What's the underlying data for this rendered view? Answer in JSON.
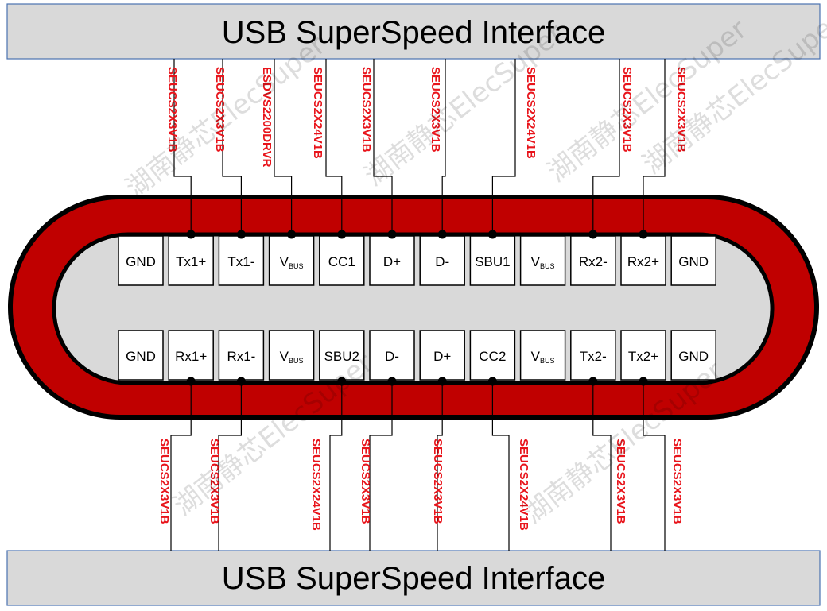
{
  "top_interface": {
    "label": "USB SuperSpeed Interface"
  },
  "bottom_interface": {
    "label": "USB SuperSpeed Interface"
  },
  "colors": {
    "connector_shell": "#c00000",
    "connector_cavity": "#d9d9d9",
    "interface_bar": "#d9d9d9",
    "part_label": "#e8141b",
    "pin_fill": "#ffffff"
  },
  "top_pins": [
    {
      "label": "GND"
    },
    {
      "label": "Tx1+",
      "part": "SEUCS2X3V1B"
    },
    {
      "label": "Tx1-",
      "part": "SEUCS2X3V1B"
    },
    {
      "label": "V",
      "sub": "BUS",
      "part": "ESDVS2200DRVR"
    },
    {
      "label": "CC1",
      "part": "SEUCS2X24V1B"
    },
    {
      "label": "D+",
      "part": "SEUCS2X3V1B"
    },
    {
      "label": "D-",
      "part": "SEUCS2X3V1B"
    },
    {
      "label": "SBU1",
      "part": "SEUCS2X24V1B"
    },
    {
      "label": "V",
      "sub": "BUS"
    },
    {
      "label": "Rx2-",
      "part": "SEUCS2X3V1B"
    },
    {
      "label": "Rx2+",
      "part": "SEUCS2X3V1B"
    },
    {
      "label": "GND"
    }
  ],
  "bottom_pins": [
    {
      "label": "GND"
    },
    {
      "label": "Rx1+",
      "part": "SEUCS2X3V1B"
    },
    {
      "label": "Rx1-",
      "part": "SEUCS2X3V1B"
    },
    {
      "label": "V",
      "sub": "BUS"
    },
    {
      "label": "SBU2",
      "part": "SEUCS2X24V1B"
    },
    {
      "label": "D-",
      "part": "SEUCS2X3V1B"
    },
    {
      "label": "D+",
      "part": "SEUCS2X3V1B"
    },
    {
      "label": "CC2",
      "part": "SEUCS2X24V1B"
    },
    {
      "label": "V",
      "sub": "BUS"
    },
    {
      "label": "Tx2-",
      "part": "SEUCS2X3V1B"
    },
    {
      "label": "Tx2+",
      "part": "SEUCS2X3V1B"
    },
    {
      "label": "GND"
    }
  ],
  "watermarks": [
    "湖南静芯ElecSuper",
    "湖南静芯ElecSuper",
    "湖南静芯ElecSuper",
    "湖南静芯ElecSuper",
    "湖南静芯ElecSuper",
    "湖南静芯ElecSuper"
  ]
}
